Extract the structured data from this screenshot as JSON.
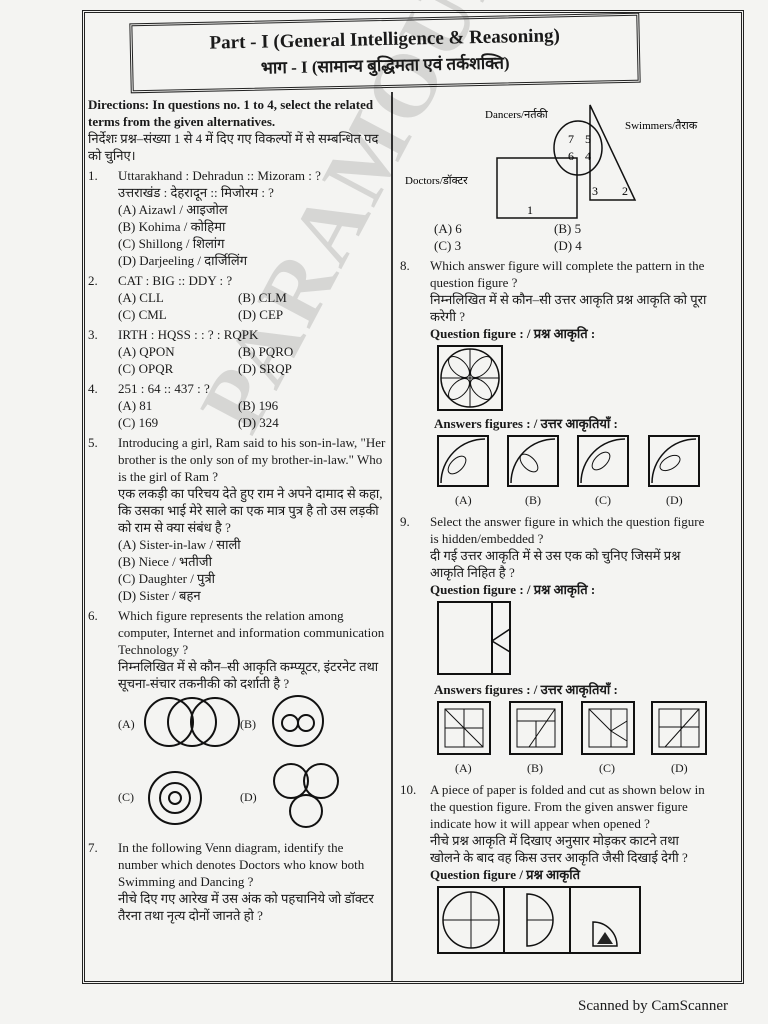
{
  "header": {
    "title_en": "Part - I (General Intelligence & Reasoning)",
    "title_hi": "भाग - I (सामान्य बुद्धिमता एवं तर्कशक्ति)"
  },
  "directions": {
    "en": "Directions: In questions no. 1 to 4, select the related terms from the given alternatives.",
    "hi": "निर्देशः प्रश्न–संख्या 1 से 4 में दिए गए विकल्पों में से सम्बन्धित पद को चुनिए।"
  },
  "q1": {
    "num": "1.",
    "en": "Uttarakhand : Dehradun :: Mizoram : ?",
    "hi": "उत्तराखंड : देहरादून :: मिजोरम : ?",
    "options": [
      "(A) Aizawl / आइजोल",
      "(B) Kohima / कोहिमा",
      "(C) Shillong / शिलांग",
      "(D) Darjeeling / दार्जिलिंग"
    ]
  },
  "q2": {
    "num": "2.",
    "en": "CAT : BIG :: DDY : ?",
    "options": [
      "(A) CLL",
      "(B) CLM",
      "(C) CML",
      "(D) CEP"
    ]
  },
  "q3": {
    "num": "3.",
    "en": "IRTH : HQSS : : ? : RQPK",
    "options": [
      "(A) QPON",
      "(B) PQRO",
      "(C) OPQR",
      "(D) SRQP"
    ]
  },
  "q4": {
    "num": "4.",
    "en": "251 : 64 :: 437 : ?",
    "options": [
      "(A) 81",
      "(B) 196",
      "(C) 169",
      "(D) 324"
    ]
  },
  "q5": {
    "num": "5.",
    "en": "Introducing a girl, Ram said to his son-in-law, \"Her brother is the only son of my brother-in-law.\" Who is the girl of Ram ?",
    "hi": "एक लकड़ी का परिचय देते हुए राम ने अपने दामाद से कहा, कि उसका भाई मेरे साले का एक मात्र पुत्र है तो उस लड़की को राम से क्या संबंध है ?",
    "options": [
      "(A) Sister-in-law / साली",
      "(B) Niece / भतीजी",
      "(C) Daughter / पुत्री",
      "(D) Sister / बहन"
    ]
  },
  "q6": {
    "num": "6.",
    "en": "Which figure represents the relation among computer, Internet and information communication Technology ?",
    "hi": "निम्नलिखित में से कौन–सी आकृति कम्प्यूटर, इंटरनेट तथा सूचना-संचार तकनीकी को दर्शाती है ?",
    "options": [
      "(A)",
      "(B)",
      "(C)",
      "(D)"
    ]
  },
  "q7": {
    "num": "7.",
    "en": "In the following Venn diagram, identify the number which denotes Doctors who know both Swimming and Dancing ?",
    "hi": "नीचे दिए गए आरेख में उस अंक को पहचानिये जो डॉक्टर तैरना तथा नृत्य दोनों जानते हो ?",
    "venn": {
      "dancers": "Dancers/नर्तकी",
      "swimmers": "Swimmers/तैराक",
      "doctors": "Doctors/डॉक्टर",
      "regions": [
        "1",
        "2",
        "3",
        "4",
        "5",
        "6",
        "7"
      ]
    },
    "options": [
      "(A) 6",
      "(B) 5",
      "(C) 3",
      "(D) 4"
    ]
  },
  "q8": {
    "num": "8.",
    "en": "Which answer figure will complete the pattern in the question figure ?",
    "hi": "निम्नलिखित में से कौन–सी उत्तर आकृति प्रश्न आकृति को पूरा करेगी ?",
    "qlabel": "Question figure : / प्रश्न आकृति :",
    "alabel": "Answers figures : / उत्तर आकृतियाँ :",
    "options": [
      "(A)",
      "(B)",
      "(C)",
      "(D)"
    ]
  },
  "q9": {
    "num": "9.",
    "en": "Select the answer figure in which the question figure is hidden/embedded ?",
    "hi": "दी गई उत्तर आकृति में से उस एक को चुनिए जिसमें प्रश्न आकृति निहित है ?",
    "qlabel": "Question figure : / प्रश्न आकृति :",
    "alabel": "Answers figures : / उत्तर आकृतियाँ :",
    "options": [
      "(A)",
      "(B)",
      "(C)",
      "(D)"
    ]
  },
  "q10": {
    "num": "10.",
    "en": "A piece of paper is folded and cut as shown below in the question figure. From the given answer figure indicate how it will appear when opened ?",
    "hi": "नीचे प्रश्न आकृति में दिखाए अनुसार मोड़कर काटने तथा खोलने के बाद वह किस उत्तर आकृति जैसी दिखाई देगी ?",
    "qlabel": "Question figure / प्रश्न आकृति"
  },
  "watermark": "PARAMOUNT COACHING",
  "footer": "Scanned by CamScanner"
}
